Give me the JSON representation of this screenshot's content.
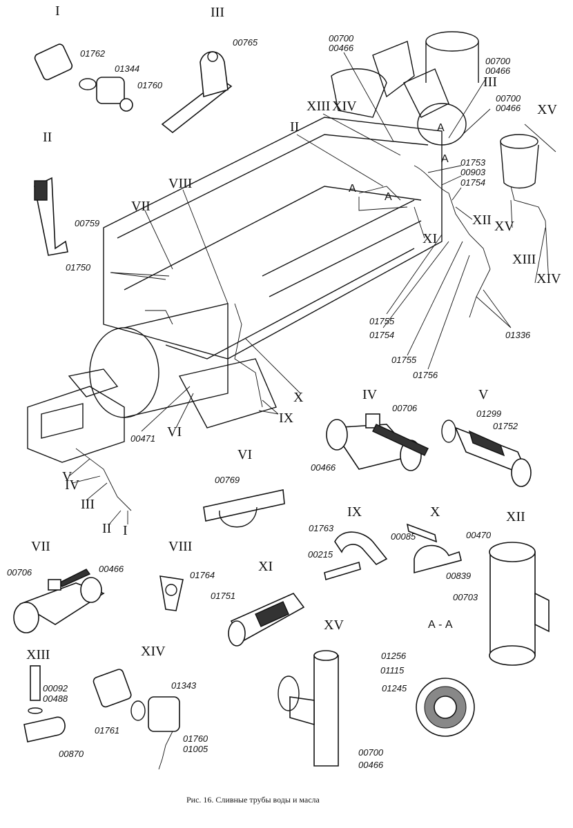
{
  "caption": "Рис. 16. Сливные трубы воды и масла",
  "section_aa": "А - А",
  "cut_mark": "А",
  "roman": {
    "i": "I",
    "ii": "II",
    "iii": "III",
    "iv": "IV",
    "v": "V",
    "vi": "VI",
    "vii": "VII",
    "viii": "VIII",
    "ix": "IX",
    "x": "X",
    "xi": "XI",
    "xii": "XII",
    "xiii": "XIII",
    "xiv": "XIV",
    "xv": "XV"
  },
  "parts": {
    "p00700": "00700",
    "p00466": "00466",
    "p01753": "01753",
    "p00903": "00903",
    "p01754": "01754",
    "p01755": "01755",
    "p01756": "01756",
    "p01336": "01336",
    "p01750": "01750",
    "p00471": "00471",
    "p01762": "01762",
    "p01344": "01344",
    "p01760": "01760",
    "p00765": "00765",
    "p00759": "00759",
    "p00706": "00706",
    "p01299": "01299",
    "p01752": "01752",
    "p00769": "00769",
    "p01763": "01763",
    "p00215": "00215",
    "p00085": "00085",
    "p00839": "00839",
    "p00470": "00470",
    "p00703": "00703",
    "p01764": "01764",
    "p01751": "01751",
    "p00092": "00092",
    "p00488": "00488",
    "p00870": "00870",
    "p01343": "01343",
    "p01761": "01761",
    "p01005": "01005",
    "p01256": "01256",
    "p01115": "01115",
    "p01245": "01245"
  }
}
